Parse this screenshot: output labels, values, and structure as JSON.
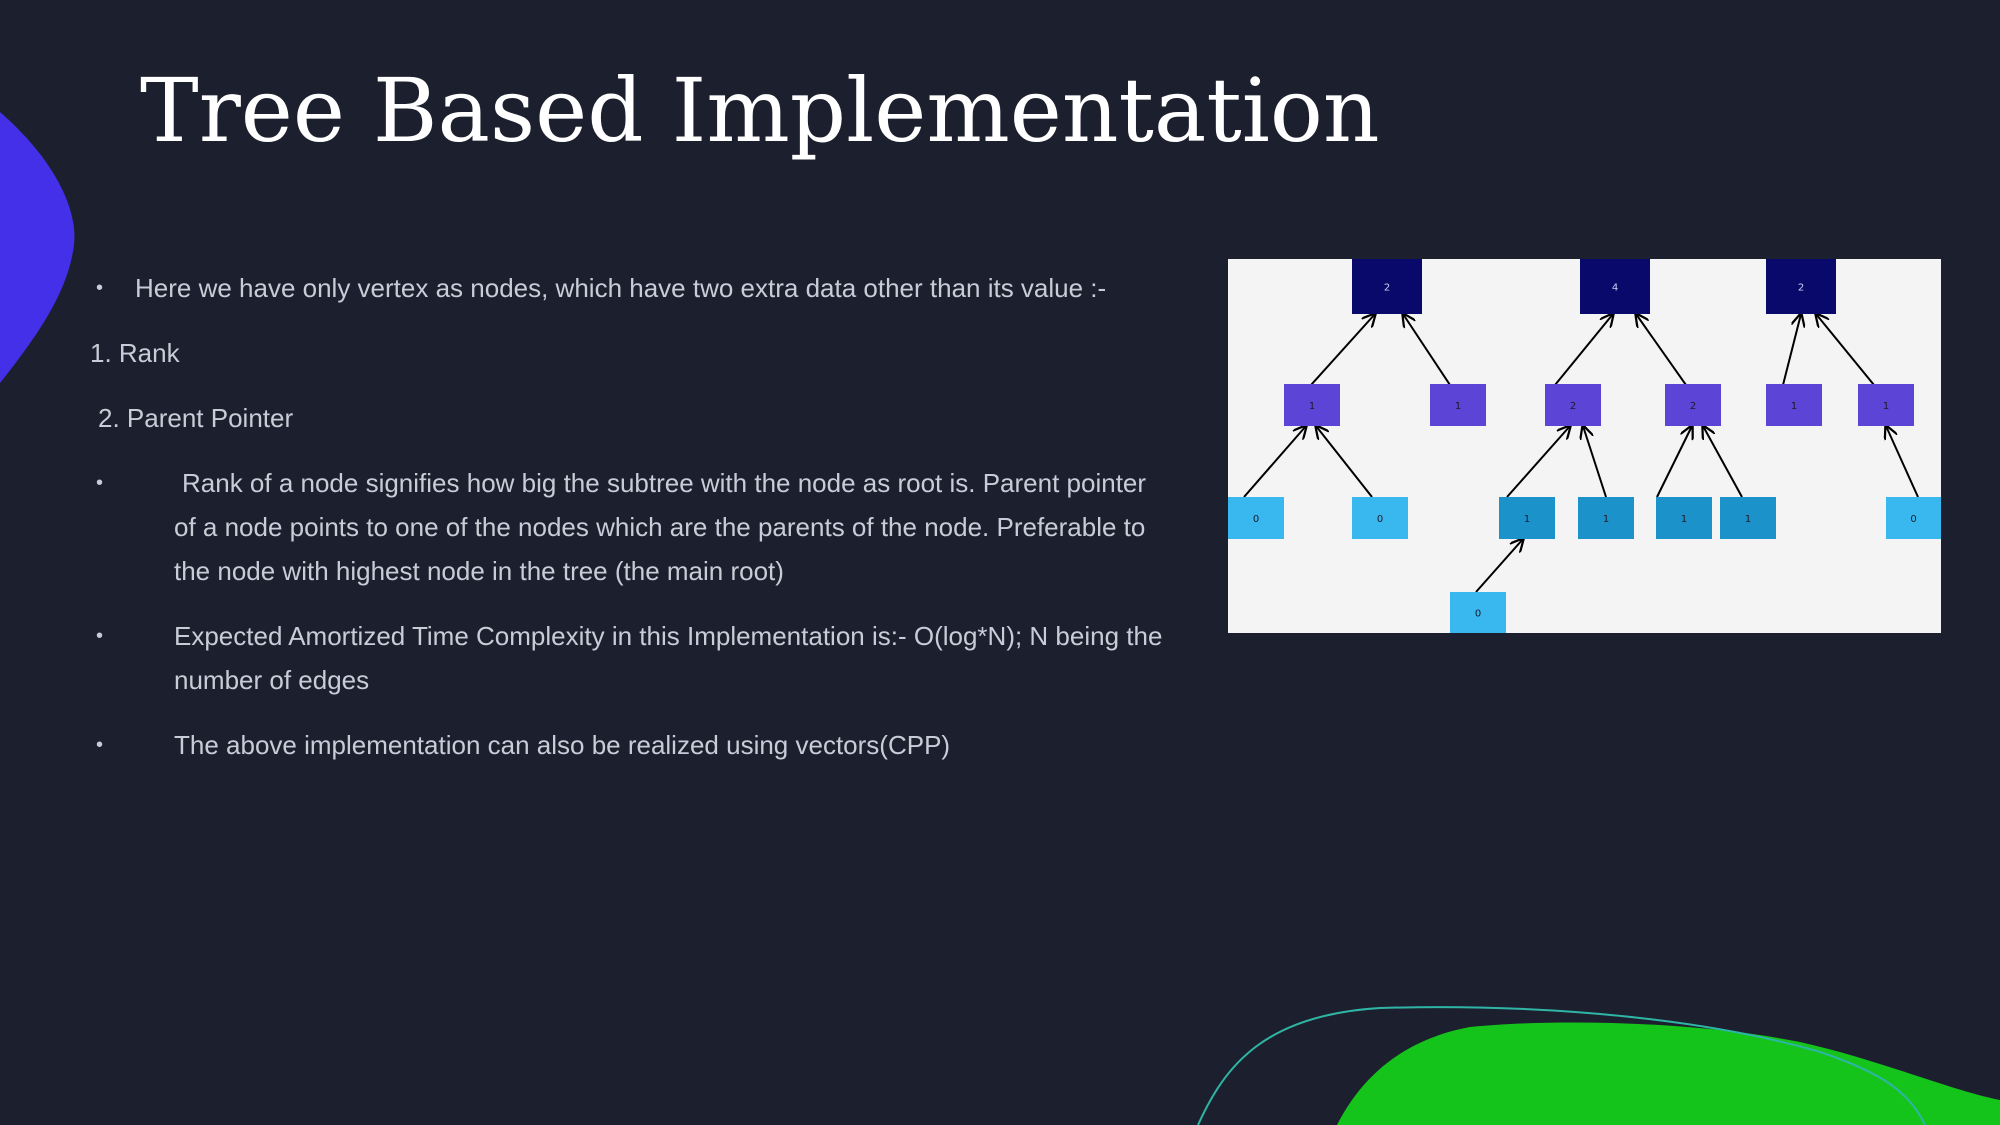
{
  "slide": {
    "title": "Tree Based Implementation",
    "colors": {
      "background": "#1c202e",
      "accent_blue": "#4330e8",
      "accent_green": "#14c41a",
      "accent_line": "#2fb5a5"
    }
  },
  "content": {
    "p1": "Here we have only vertex as nodes, which have two extra data other than its value :-",
    "p2": "1. Rank",
    "p3": "2. Parent Pointer",
    "p4": "Rank of a node signifies how big the subtree with the node as root is. Parent pointer of a node points to one of the nodes which are the parents of the node. Preferable to the node with highest node in the tree (the main root)",
    "p5": "Expected Amortized Time Complexity in this Implementation is:-  O(log*N); N being the number of edges",
    "p6": "The above implementation can also be realized using vectors(CPP)",
    "bullet_glyph": "•"
  },
  "diagram": {
    "colors": {
      "level0": "#09096b",
      "level1": "#5c44d6",
      "level2": "#1b92c9",
      "level3": "#38b8ee",
      "edge": "#000000",
      "background": "#f4f4f4"
    },
    "nodes": [
      {
        "id": "n0",
        "label": "2",
        "level": 0
      },
      {
        "id": "n1",
        "label": "4",
        "level": 0
      },
      {
        "id": "n2",
        "label": "2",
        "level": 0
      },
      {
        "id": "n3",
        "label": "1",
        "level": 1
      },
      {
        "id": "n4",
        "label": "1",
        "level": 1
      },
      {
        "id": "n5",
        "label": "2",
        "level": 1
      },
      {
        "id": "n6",
        "label": "2",
        "level": 1
      },
      {
        "id": "n7",
        "label": "1",
        "level": 1
      },
      {
        "id": "n8",
        "label": "1",
        "level": 1
      },
      {
        "id": "n9",
        "label": "0",
        "level": 3
      },
      {
        "id": "n10",
        "label": "0",
        "level": 3
      },
      {
        "id": "n11",
        "label": "1",
        "level": 2
      },
      {
        "id": "n12",
        "label": "1",
        "level": 2
      },
      {
        "id": "n13",
        "label": "1",
        "level": 2
      },
      {
        "id": "n14",
        "label": "1",
        "level": 2
      },
      {
        "id": "n15",
        "label": "0",
        "level": 3
      },
      {
        "id": "n16",
        "label": "0",
        "level": 3
      }
    ],
    "edges": [
      {
        "from": "n3",
        "to": "n0"
      },
      {
        "from": "n4",
        "to": "n0"
      },
      {
        "from": "n5",
        "to": "n1"
      },
      {
        "from": "n6",
        "to": "n1"
      },
      {
        "from": "n7",
        "to": "n2"
      },
      {
        "from": "n8",
        "to": "n2"
      },
      {
        "from": "n9",
        "to": "n3"
      },
      {
        "from": "n10",
        "to": "n3"
      },
      {
        "from": "n11",
        "to": "n5"
      },
      {
        "from": "n12",
        "to": "n5"
      },
      {
        "from": "n13",
        "to": "n6"
      },
      {
        "from": "n14",
        "to": "n6"
      },
      {
        "from": "n15",
        "to": "n8"
      },
      {
        "from": "n16",
        "to": "n11"
      }
    ]
  }
}
